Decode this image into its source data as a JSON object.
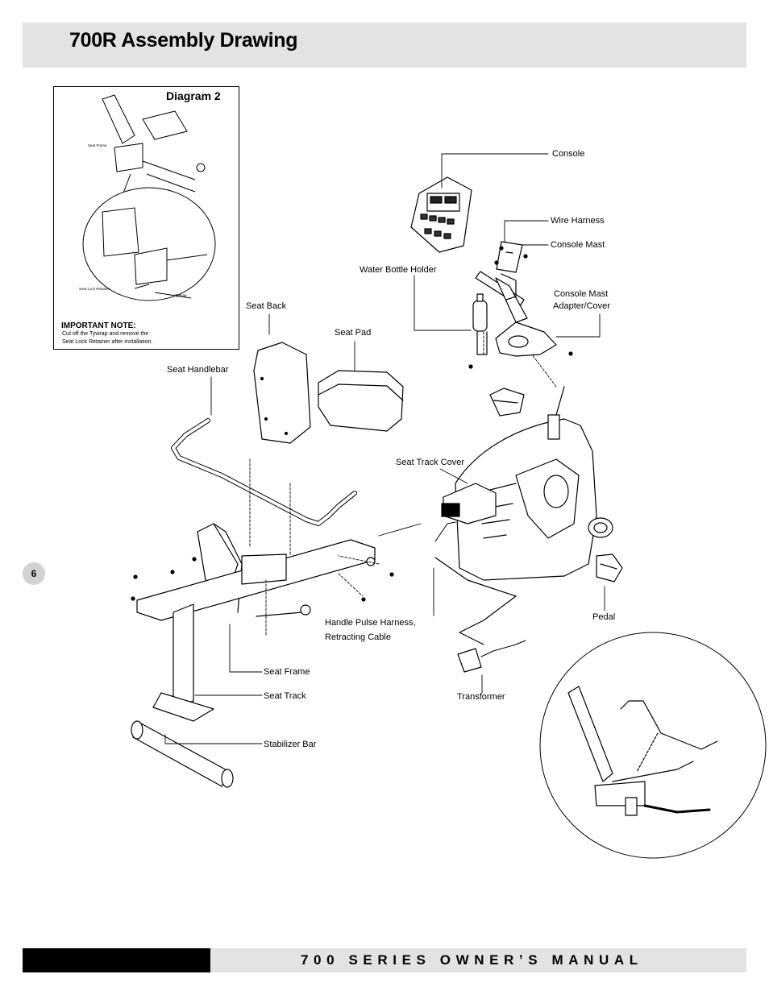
{
  "header": {
    "title": "700R Assembly Drawing"
  },
  "page_number": "6",
  "footer": {
    "title": "700 SERIES OWNER’S MANUAL"
  },
  "inset": {
    "title": "Diagram 2",
    "labels": {
      "seat_frame": "Seat Frame",
      "seat_lock_retainer": "Seat Lock Retainer",
      "tywrap": "Tywrap"
    },
    "note_heading": "IMPORTANT NOTE:",
    "note_line1": "Cut off the Tywrap and remove the",
    "note_line2": "Seat Lock Retainer after installation."
  },
  "callouts": {
    "console": "Console",
    "wire_harness": "Wire Harness",
    "console_mast": "Console Mast",
    "water_bottle_holder": "Water Bottle Holder",
    "console_mast_adapter_1": "Console Mast",
    "console_mast_adapter_2": "Adapter/Cover",
    "seat_back": "Seat Back",
    "seat_pad": "Seat Pad",
    "seat_handlebar": "Seat Handlebar",
    "seat_track_cover": "Seat Track Cover",
    "handle_pulse_1": "Handle Pulse Harness,",
    "handle_pulse_2": "Retracting Cable",
    "pedal": "Pedal",
    "seat_frame": "Seat Frame",
    "seat_track": "Seat Track",
    "transformer": "Transformer",
    "stabilizer_bar": "Stabilizer Bar"
  }
}
